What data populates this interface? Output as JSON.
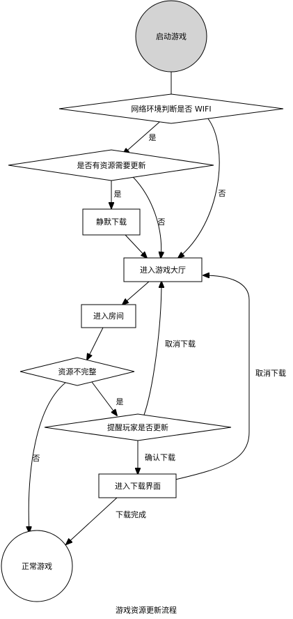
{
  "diagram": {
    "caption": "游戏资源更新流程",
    "nodes": {
      "start": "启动游戏",
      "check_wifi": "网络环境判断是否 WIFI",
      "check_update": "是否有资源需要更新",
      "silent_download": "静默下载",
      "lobby": "进入游戏大厅",
      "room": "进入房间",
      "resource_incomplete": "资源不完整",
      "prompt_update": "提醒玩家是否更新",
      "download_screen": "进入下载界面",
      "normal_game": "正常游戏"
    },
    "edges": {
      "wifi_yes": "是",
      "wifi_no": "否",
      "update_yes": "是",
      "update_no": "否",
      "incomplete_yes": "是",
      "incomplete_no": "否",
      "prompt_cancel": "取消下载",
      "prompt_confirm": "确认下载",
      "download_cancel": "取消下载",
      "download_done": "下载完成"
    }
  }
}
